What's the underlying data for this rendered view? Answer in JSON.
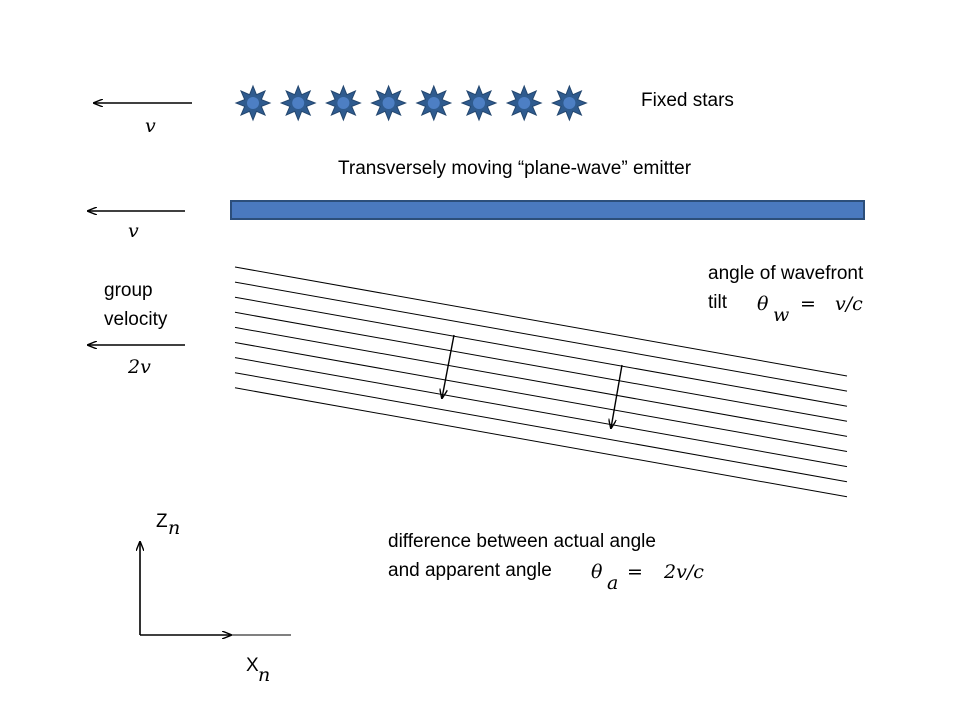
{
  "labels": {
    "fixed_stars": "Fixed stars",
    "emitter_caption": "Transversely moving “plane-wave” emitter",
    "group_velocity_line1": "group",
    "group_velocity_line2": "velocity",
    "tilt_line1": "angle of wavefront",
    "tilt_line2": "tilt",
    "difference_line1": "difference between actual angle",
    "difference_line2": "and apparent angle",
    "axis_z": "Z",
    "axis_x": "X"
  },
  "math": {
    "v_stars": "v",
    "v_emitter": "v",
    "group_velocity": "2v",
    "axis_sub": "n",
    "theta_w_symbol": "θ",
    "theta_w_sub": "w",
    "theta_w_eq": "=",
    "theta_w_value": "v/c",
    "theta_a_symbol": "θ",
    "theta_a_sub": "a",
    "theta_a_eq": "=",
    "theta_a_value": "2v/c"
  },
  "colors": {
    "star_fill": "#2f5b8f",
    "star_center": "#4d7fc4",
    "emitter_fill": "#4a79bf",
    "emitter_stroke": "#2c4e7a",
    "ink": "#000000"
  },
  "icons": {
    "star": "star-icon",
    "arrow": "left-arrow-icon"
  },
  "counts": {
    "stars": 8,
    "wavefront_lines": 9
  }
}
